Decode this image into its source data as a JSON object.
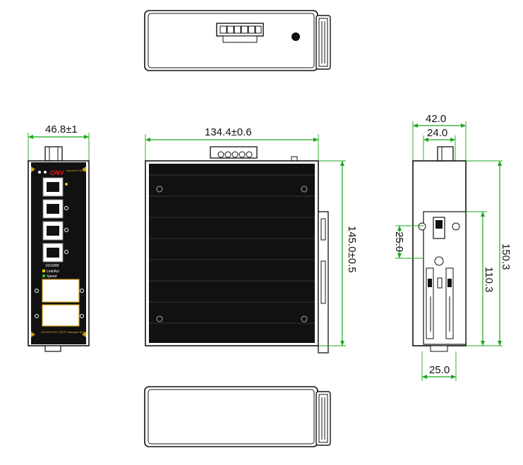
{
  "dimensions": {
    "front_width": "46.8±1",
    "side_width": "134.4±0.6",
    "side_height": "145.0±0.5",
    "rear_total_width": "42.0",
    "rear_inner_width": "24.0",
    "rear_clip_height": "25.0",
    "rear_total_height": "150.3",
    "rear_rail_height": "110.3",
    "rear_bottom_width": "25.0"
  },
  "front_panel": {
    "brand": "ONV",
    "subtitle": "Industrial Switch",
    "speed_label": "10/100M",
    "legend_link": "Link/Act",
    "legend_speed": "Speed",
    "model": "10/100M IP67 CELTE Managed Switch",
    "port_count": 4,
    "colors": {
      "panel": "#111111",
      "accent": "#d4a017",
      "link_led": "#f2c200",
      "speed_led": "#2fbf2f"
    }
  },
  "colors": {
    "dimension_line": "#1aa81a",
    "outline": "#111111"
  }
}
